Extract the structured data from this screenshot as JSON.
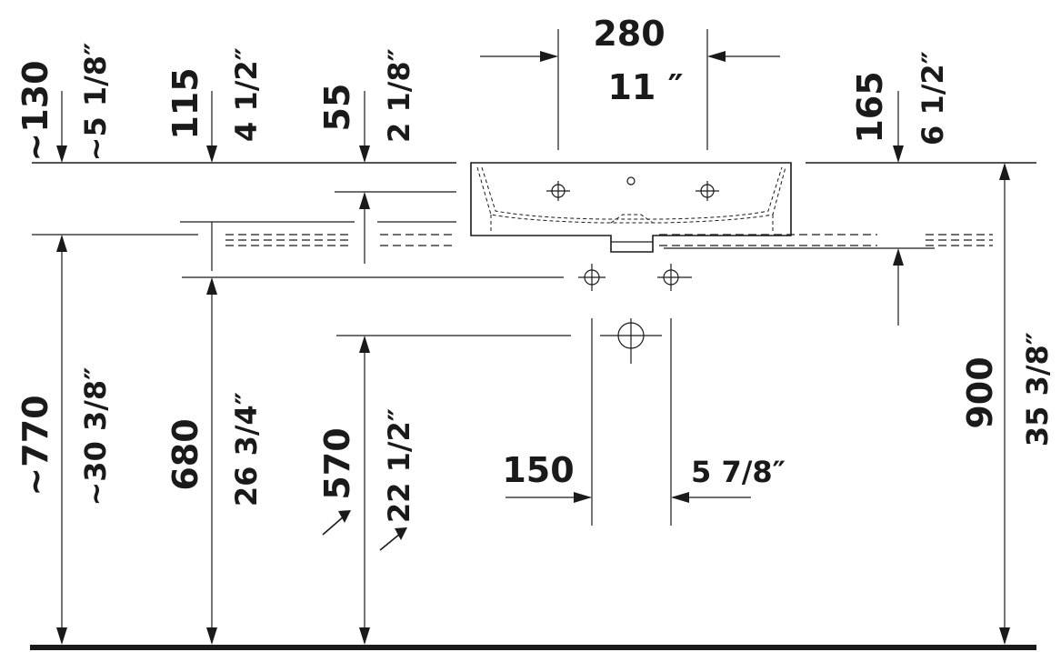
{
  "dimensions": {
    "top_width_mm": "280",
    "top_width_in": "11 ″",
    "basin_rim_mm": "~130",
    "basin_rim_in": "~5 1/8″",
    "tap_hole_mm": "115",
    "tap_hole_in": "4 1/2″",
    "bowl_depth_mm": "55",
    "bowl_depth_in": "2 1/8″",
    "right_rim_mm": "165",
    "right_rim_in": "6 1/2″",
    "overall_height_mm": "900",
    "overall_height_in": "35 3/8″",
    "under_height_mm": "~770",
    "under_height_in": "~30 3/8″",
    "supply_height_mm": "680",
    "supply_height_in": "26 3/4″",
    "drain_height_mm": "570",
    "drain_height_in": "22 1/2″",
    "supply_spacing_mm": "150",
    "supply_spacing_in": "5 7/8″"
  }
}
